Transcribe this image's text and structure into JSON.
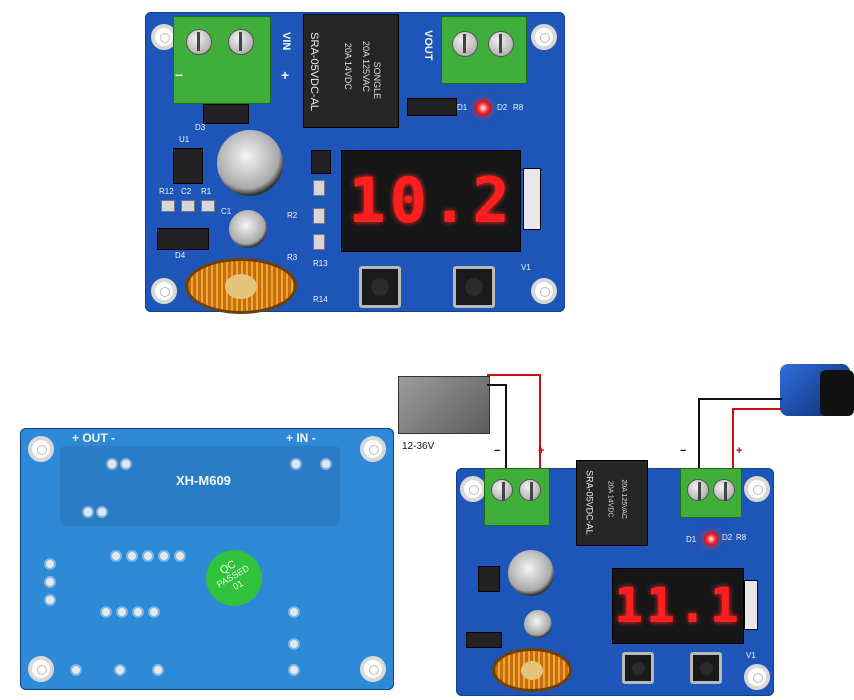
{
  "top_board": {
    "vin_label": "VIN",
    "vout_label": "VOUT",
    "relay_model": "SRA-05VDC-AL",
    "relay_rating_1": "20A 14VDC",
    "relay_rating_2": "20A 125VAC",
    "relay_brand": "SONGLE",
    "display_value": "10.2",
    "d3": "D3",
    "d4": "D4",
    "u1": "U1",
    "r12": "R12",
    "c2": "C2",
    "r1": "R1",
    "c1": "C1",
    "r2": "R2",
    "r3": "R3",
    "r13": "R13",
    "r14": "R14",
    "d1": "D1",
    "d2": "D2",
    "r8": "R8",
    "v1": "V1",
    "plus": "+",
    "minus": "−"
  },
  "back_board": {
    "out_label": "+ OUT -",
    "in_label": "+ IN -",
    "model": "XH-M609",
    "qc_line1": "QC",
    "qc_line2": "PASSED",
    "qc_line3": "01"
  },
  "wired_board": {
    "battery_label": "12-36V",
    "relay_model": "SRA-05VDC-AL",
    "relay_rating_1": "20A 14VDC",
    "relay_rating_2": "20A 125VAC",
    "display_value": "11.1",
    "d1": "D1",
    "d2": "D2",
    "r8": "R8",
    "v1": "V1",
    "minus_left": "−",
    "plus_left": "+",
    "minus_right": "−",
    "plus_right": "+"
  },
  "colors": {
    "pcb_blue": "#1d56b8",
    "pcb_back_blue": "#2e8ad6",
    "terminal_green": "#3fae3a",
    "display_red": "#ff1f1f",
    "qc_sticker": "#2fc23a"
  }
}
